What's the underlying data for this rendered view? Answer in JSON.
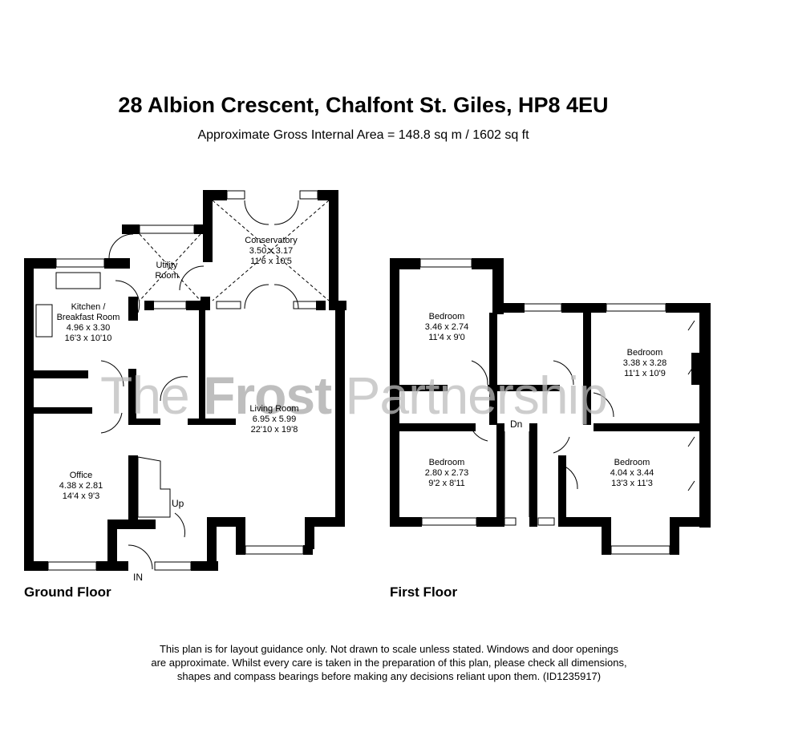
{
  "header": {
    "title": "28 Albion Crescent, Chalfont St. Giles, HP8 4EU",
    "subtitle": "Approximate Gross Internal Area = 148.8 sq m / 1602 sq ft"
  },
  "watermark": {
    "part1": "The ",
    "part2": "Frost",
    "part3": " Partnership"
  },
  "ground_floor": {
    "label": "Ground Floor",
    "entrance_label": "IN",
    "stairs_label": "Up",
    "rooms": [
      {
        "name": "Conservatory",
        "metric": "3.50 x 3.17",
        "imperial": "11'6 x 10'5"
      },
      {
        "name": "Utility",
        "name2": "Room"
      },
      {
        "name": "Kitchen /",
        "name2": "Breakfast Room",
        "metric": "4.96 x 3.30",
        "imperial": "16'3 x 10'10"
      },
      {
        "name": "Living Room",
        "metric": "6.95 x 5.99",
        "imperial": "22'10 x 19'8"
      },
      {
        "name": "Office",
        "metric": "4.38 x 2.81",
        "imperial": "14'4 x 9'3"
      }
    ]
  },
  "first_floor": {
    "label": "First Floor",
    "stairs_label": "Dn",
    "rooms": [
      {
        "name": "Bedroom",
        "metric": "3.46 x 2.74",
        "imperial": "11'4 x 9'0"
      },
      {
        "name": "Bedroom",
        "metric": "3.38 x 3.28",
        "imperial": "11'1 x 10'9"
      },
      {
        "name": "Bedroom",
        "metric": "2.80 x 2.73",
        "imperial": "9'2 x 8'11"
      },
      {
        "name": "Bedroom",
        "metric": "4.04 x 3.44",
        "imperial": "13'3 x 11'3"
      }
    ]
  },
  "disclaimer": {
    "line1": "This plan is for layout guidance only. Not drawn to scale unless stated. Windows and door openings",
    "line2": "are approximate. Whilst every care is taken in the preparation of this plan, please check all dimensions,",
    "line3": "shapes and compass bearings before making any decisions reliant upon them. (ID1235917)"
  },
  "colors": {
    "wall": "#000000",
    "watermark": "#bdbdbd",
    "background": "#ffffff"
  }
}
